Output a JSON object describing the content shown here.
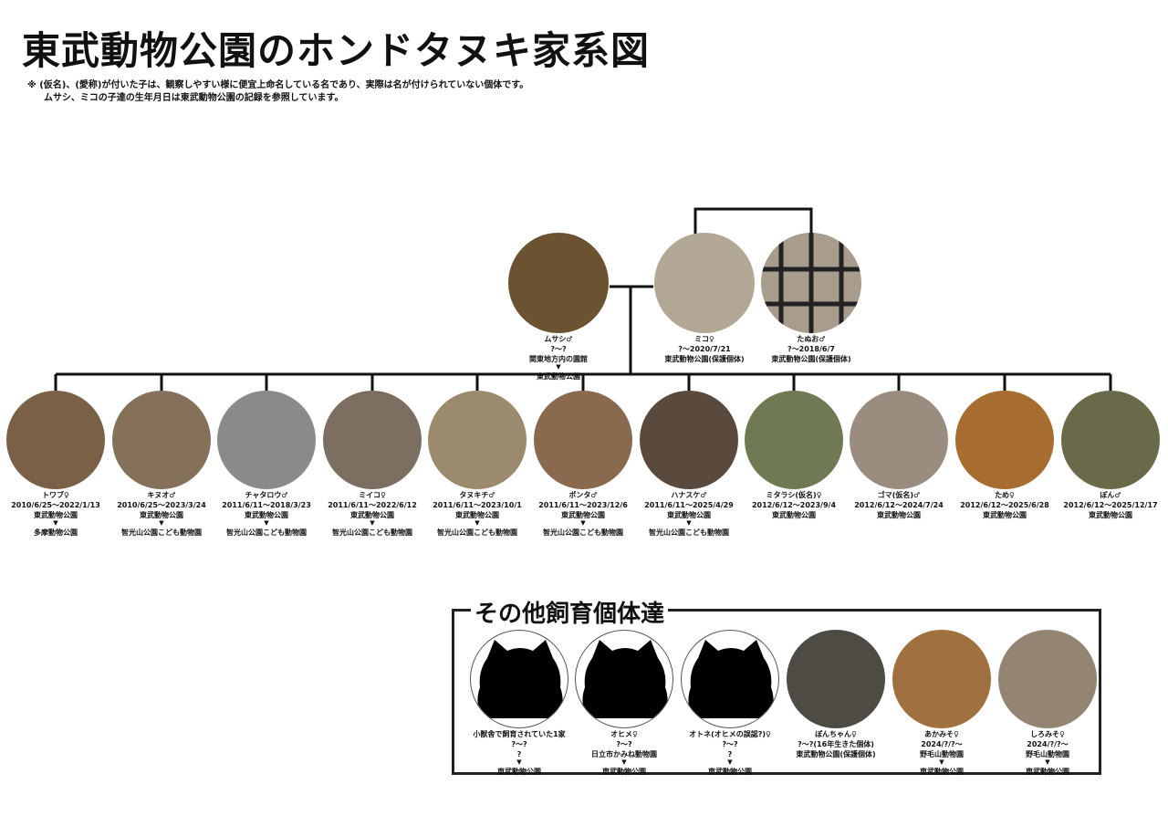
{
  "title": "東武動物公園のホンドタヌキ家系図",
  "notes": [
    "※ (仮名)、(愛称)が付いた子は、観察しやすい様に便宜上命名している名であり、実際は名が付けられていない個体です。",
    "ムサシ、ミコの子達の生年月日は東武動物公園の記録を参照しています。"
  ],
  "arrow": "▼",
  "parents": [
    {
      "name": "ムサシ♂",
      "dates": "?～?",
      "origin": "関東地方内の園館",
      "dest": "東武動物公園",
      "color": "#6b5332"
    },
    {
      "name": "ミコ♀",
      "dates": "?～2020/7/21",
      "origin": "東武動物公園(保護個体)",
      "color": "#b3a796"
    },
    {
      "name": "たぬお♂",
      "dates": "?～2018/6/7",
      "origin": "東武動物公園(保護個体)",
      "color": "#a89c8c"
    }
  ],
  "children": [
    {
      "name": "トワブ♀",
      "dates": "2010/6/25～2022/1/13",
      "origin": "東武動物公園",
      "dest": "多摩動物公園",
      "color": "#7a6047"
    },
    {
      "name": "キヌオ♂",
      "dates": "2010/6/25～2023/3/24",
      "origin": "東武動物公園",
      "dest": "智光山公園こども動物園",
      "color": "#85705a"
    },
    {
      "name": "チャタロウ♂",
      "dates": "2011/6/11～2018/3/23",
      "origin": "東武動物公園",
      "dest": "智光山公園こども動物園",
      "color": "#8c8a88"
    },
    {
      "name": "ミイコ♀",
      "dates": "2011/6/11～2022/6/12",
      "origin": "東武動物公園",
      "dest": "智光山公園こども動物園",
      "color": "#7d6e62"
    },
    {
      "name": "タヌキチ♂",
      "dates": "2011/6/11～2023/10/1",
      "origin": "東武動物公園",
      "dest": "智光山公園こども動物園",
      "color": "#9c8a6e"
    },
    {
      "name": "ポンタ♂",
      "dates": "2011/6/11～2023/12/6",
      "origin": "東武動物公園",
      "dest": "智光山公園こども動物園",
      "color": "#8a6a4e"
    },
    {
      "name": "ハナスケ♂",
      "dates": "2011/6/11～2025/4/29",
      "origin": "東武動物公園",
      "dest": "智光山公園こども動物園",
      "color": "#5a4a3e"
    },
    {
      "name": "ミタラシ(仮名)♀",
      "dates": "2012/6/12～2023/9/4",
      "origin": "東武動物公園",
      "color": "#6f7a55"
    },
    {
      "name": "ゴマ(仮名)♂",
      "dates": "2012/6/12～2024/7/24",
      "origin": "東武動物公園",
      "color": "#9a8d80"
    },
    {
      "name": "ため♀",
      "dates": "2012/6/12～2025/6/28",
      "origin": "東武動物公園",
      "color": "#a66c30"
    },
    {
      "name": "ぽん♂",
      "dates": "2012/6/12～2025/12/17",
      "origin": "東武動物公園",
      "color": "#6a6a4a"
    }
  ],
  "others": {
    "title": "その他飼育個体達",
    "items": [
      {
        "name": "小獣舎で飼育されていた1家",
        "dates": "?～?",
        "origin": "?",
        "dest": "東武動物公園",
        "silhouette": true
      },
      {
        "name": "オヒメ♀",
        "dates": "?～?",
        "origin": "日立市かみね動物園",
        "dest": "東武動物公園",
        "silhouette": true
      },
      {
        "name": "オトネ(オヒメの誤認?)♀",
        "dates": "?～?",
        "origin": "?",
        "dest": "東武動物公園",
        "silhouette": true
      },
      {
        "name": "ぽんちゃん♀",
        "dates": "?～?(16年生きた個体)",
        "origin": "東武動物公園(保護個体)",
        "silhouette": false,
        "color": "#4e4a44"
      },
      {
        "name": "あかみそ♀",
        "dates": "2024/?/?～",
        "origin": "野毛山動物園",
        "dest": "東武動物公園",
        "silhouette": false,
        "color": "#a0703e"
      },
      {
        "name": "しろみそ♀",
        "dates": "2024/?/?～",
        "origin": "野毛山動物園",
        "dest": "東武動物公園",
        "silhouette": false,
        "color": "#948572"
      }
    ]
  }
}
